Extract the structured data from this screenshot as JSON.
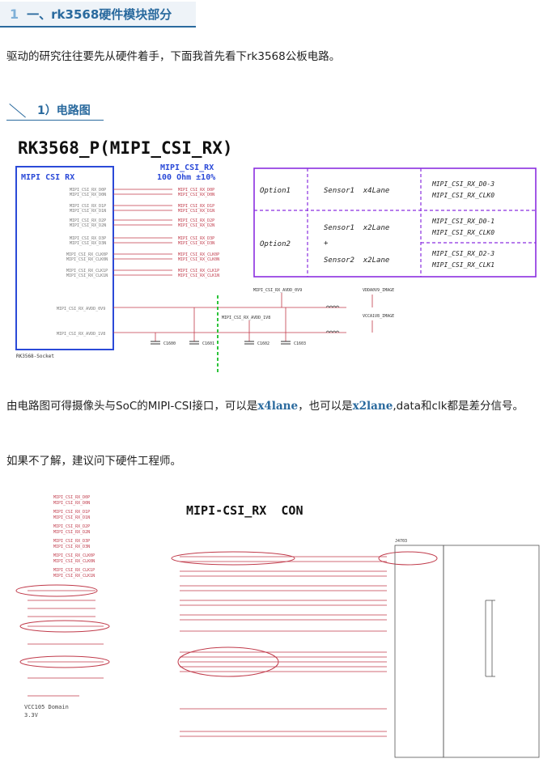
{
  "section1": {
    "num": "1",
    "title": "一、rk3568硬件模块部分"
  },
  "intro": "驱动的研究往往要先从硬件着手，下面我首先看下rk3568公板电路。",
  "section2": {
    "title": "1）电路图"
  },
  "schematic1": {
    "title": "RK3568_P(MIPI_CSI_RX)",
    "block_label": "MIPI CSI RX",
    "imp_title": "MIPI_CSI_RX",
    "imp_sub": "100 Ohm ±10%",
    "socket_label": "RK3568-Socket",
    "table": {
      "rows": [
        {
          "option": "Option1",
          "sensor": "Sensor1  x4Lane",
          "signals": [
            "MIPI_CSI_RX_D0-3",
            "MIPI_CSI_RX_CLK0"
          ]
        },
        {
          "option": "Option2",
          "sensor": "Sensor1  x2Lane",
          "plus": "+",
          "sensor2": "Sensor2  x2Lane",
          "signals": [
            "MIPI_CSI_RX_D0-1",
            "MIPI_CSI_RX_CLK0",
            "MIPI_CSI_RX_D2-3",
            "MIPI_CSI_RX_CLK1"
          ]
        }
      ]
    },
    "pins": [
      "MIPI_CSI_RX_D0P",
      "MIPI_CSI_RX_D0N",
      "MIPI_CSI_RX_D1P",
      "MIPI_CSI_RX_D1N",
      "MIPI_CSI_RX_D2P",
      "MIPI_CSI_RX_D2N",
      "MIPI_CSI_RX_D3P",
      "MIPI_CSI_RX_D3N",
      "MIPI_CSI_RX_CLK0P",
      "MIPI_CSI_RX_CLK0N",
      "MIPI_CSI_RX_CLK1P",
      "MIPI_CSI_RX_CLK1N"
    ],
    "avdd_0v9": "MIPI_CSI_RX_AVDD_0V9",
    "avdd_1v8": "MIPI_CSI_RX_AVDD_1V8",
    "vcc_0v9": "VDDA0V9_IMAGE",
    "vcc_1v8": "VCCA1V8_IMAGE",
    "caps": [
      "C1600",
      "C1601",
      "C1602",
      "C1603"
    ]
  },
  "para2": {
    "pre": "由电路图可得摄像头与SoC的MIPI-CSI接口，可以是",
    "hl1": "x4lane",
    "mid": "，也可以是",
    "hl2": "x2lane",
    "post": ",data和clk都是差分信号。"
  },
  "para3": "如果不了解，建议问下硬件工程师。",
  "schematic2": {
    "title": "MIPI-CSI_RX  CON",
    "domain": "VCC105 Domain",
    "voltage": "3.3V",
    "connector": "J4703",
    "netlabels": [
      "MIPI_CSI_RX_D0P",
      "MIPI_CSI_RX_D0N",
      "MIPI_CSI_RX_D1P",
      "MIPI_CSI_RX_D1N",
      "MIPI_CSI_RX_D2P",
      "MIPI_CSI_RX_D2N",
      "MIPI_CSI_RX_D3P",
      "MIPI_CSI_RX_D3N",
      "MIPI_CSI_RX_CLK0P",
      "MIPI_CSI_RX_CLK0N",
      "MIPI_CSI_RX_CLK1P",
      "MIPI_CSI_RX_CLK1N"
    ]
  }
}
